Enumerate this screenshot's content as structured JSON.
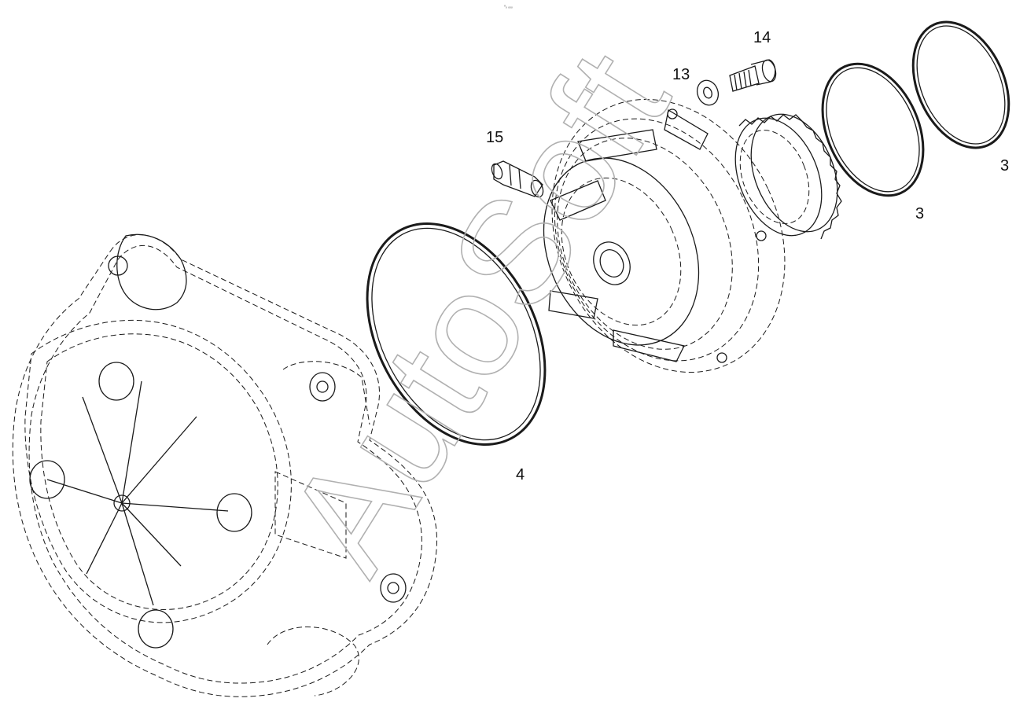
{
  "diagram": {
    "header_mark": "⁰ₒ ₒₒₒ",
    "watermark": "AutoSoft",
    "callouts": [
      {
        "id": "c14",
        "label": "14"
      },
      {
        "id": "c13",
        "label": "13"
      },
      {
        "id": "c15",
        "label": "15"
      },
      {
        "id": "c4",
        "label": "4"
      },
      {
        "id": "c3a",
        "label": "3"
      },
      {
        "id": "c3b",
        "label": "3"
      }
    ],
    "colors": {
      "line": "#1a1a1a",
      "watermark": "#bdbdbd",
      "background": "#ffffff"
    }
  }
}
